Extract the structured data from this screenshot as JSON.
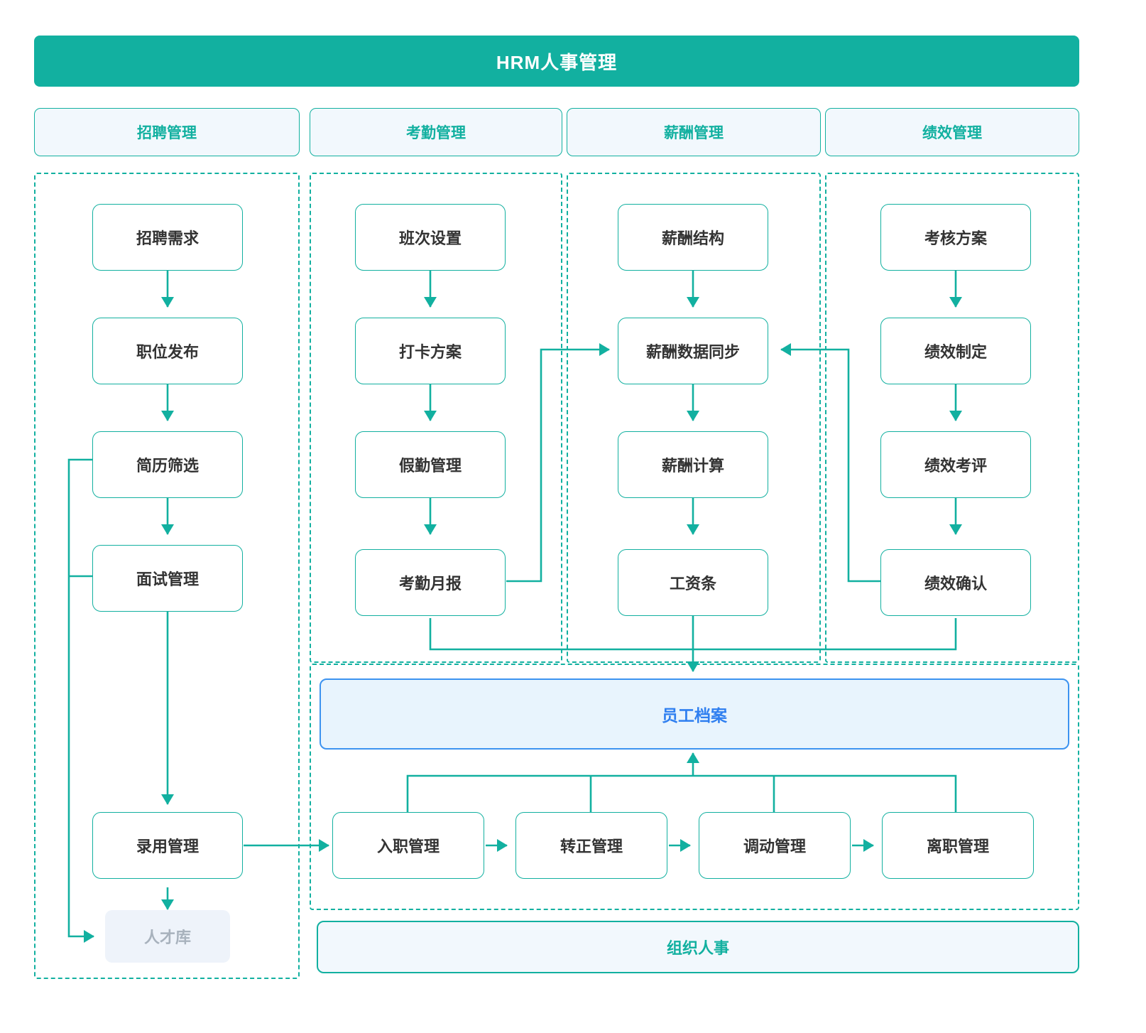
{
  "root": {
    "title": "HRM人事管理"
  },
  "categories": [
    {
      "label": "招聘管理"
    },
    {
      "label": "考勤管理"
    },
    {
      "label": "薪酬管理"
    },
    {
      "label": "绩效管理"
    }
  ],
  "columns": {
    "recruit": {
      "nodes": [
        {
          "label": "招聘需求"
        },
        {
          "label": "职位发布"
        },
        {
          "label": "简历筛选"
        },
        {
          "label": "面试管理"
        },
        {
          "label": "录用管理"
        },
        {
          "label": "人才库"
        }
      ]
    },
    "attendance": {
      "nodes": [
        {
          "label": "班次设置"
        },
        {
          "label": "打卡方案"
        },
        {
          "label": "假勤管理"
        },
        {
          "label": "考勤月报"
        }
      ]
    },
    "payroll": {
      "nodes": [
        {
          "label": "薪酬结构"
        },
        {
          "label": "薪酬数据同步"
        },
        {
          "label": "薪酬计算"
        },
        {
          "label": "工资条"
        }
      ]
    },
    "performance": {
      "nodes": [
        {
          "label": "考核方案"
        },
        {
          "label": "绩效制定"
        },
        {
          "label": "绩效考评"
        },
        {
          "label": "绩效确认"
        }
      ]
    }
  },
  "employee_records": {
    "label": "员工档案"
  },
  "lifecycle": {
    "nodes": [
      {
        "label": "入职管理"
      },
      {
        "label": "转正管理"
      },
      {
        "label": "调动管理"
      },
      {
        "label": "离职管理"
      }
    ]
  },
  "org_bar": {
    "label": "组织人事"
  },
  "colors": {
    "brand_teal": "#12b0a0",
    "brand_teal_line": "#16b3a3",
    "pill_fill": "#f2f8fd",
    "box_text": "#333333",
    "ghost_fill": "#eef3fa",
    "ghost_text": "#a8b2bd",
    "highlight_blue_border": "#3c93f0",
    "highlight_blue_fill": "#e8f4fd",
    "highlight_blue_text": "#2f7ff0"
  }
}
